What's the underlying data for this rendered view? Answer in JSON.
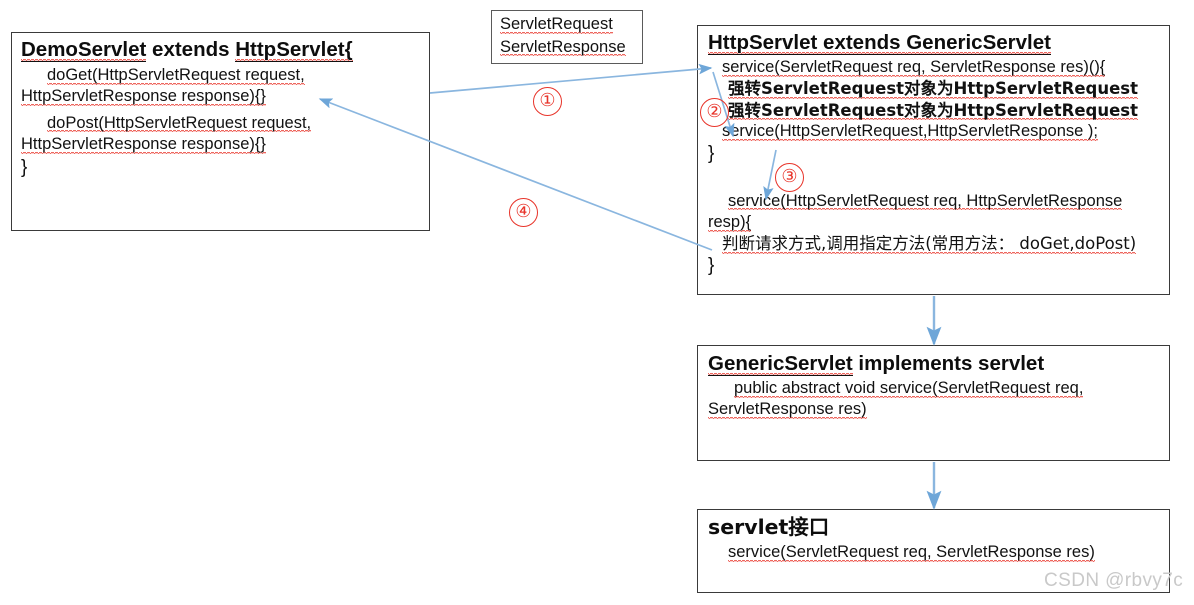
{
  "diagram": {
    "title": "Servlet inheritance and request dispatch flow",
    "arrow_color": "#7aaedc",
    "marker_color": "#e8342a",
    "box_border_color": "#3a3a3a"
  },
  "boxes": {
    "demo_servlet": {
      "name": "DemoServlet",
      "heading_prefix": "DemoServlet",
      "heading_mid": "  extends  ",
      "heading_suffix": "HttpServlet{",
      "lines": [
        "doGet(HttpServletRequest request,",
        "HttpServletResponse response){}",
        "doPost(HttpServletRequest request,",
        "HttpServletResponse response){}",
        "}"
      ]
    },
    "servlet_types": {
      "line1": "ServletRequest",
      "line2": "ServletResponse"
    },
    "http_servlet": {
      "heading_prefix": "HttpServlet extends ",
      "heading_suffix": "GenericServlet",
      "line1": "service(ServletRequest req, ServletResponse res)(){",
      "line2": "强转ServletRequest对象为HttpServletRequest",
      "line3": "强转ServletRequest对象为HttpServletRequest",
      "line4": "service(HttpServletRequest,HttpServletResponse );",
      "line5": "}",
      "line6": "service(HttpServletRequest req, HttpServletResponse",
      "line7": "resp){",
      "line8": "判断请求方式,调用指定方法(常用方法： doGet,doPost)",
      "line9": "}"
    },
    "generic_servlet": {
      "heading_prefix": "GenericServlet",
      "heading_suffix": "  implements  servlet",
      "line1": "public abstract void service(ServletRequest req,",
      "line2": "ServletResponse res)"
    },
    "servlet_interface": {
      "heading": "servlet接口",
      "line1": "service(ServletRequest req, ServletResponse res)"
    }
  },
  "markers": {
    "one": "①",
    "two": "②",
    "three": "③",
    "four": "④"
  },
  "watermark": {
    "text": "CSDN @rbvy7c"
  }
}
